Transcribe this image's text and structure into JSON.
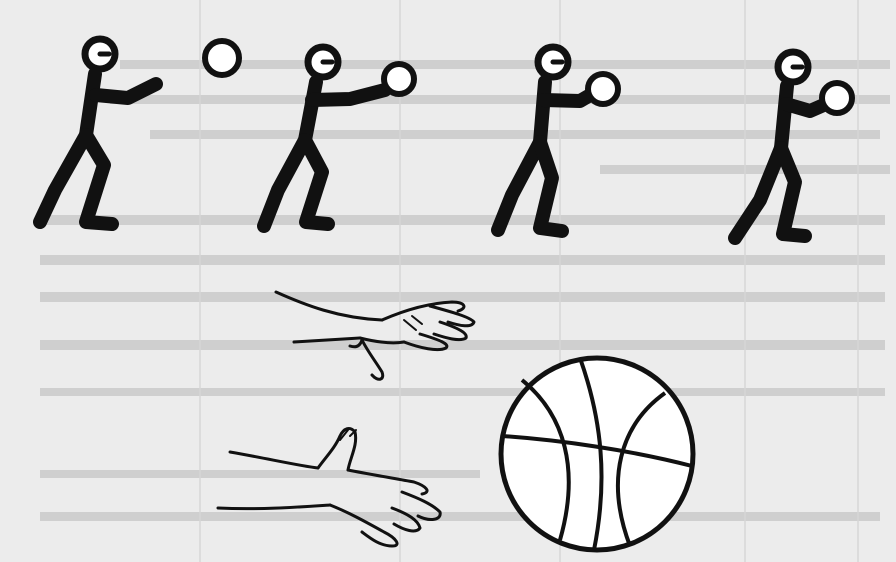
{
  "palette": {
    "paper": "#ececec",
    "ink": "#111111",
    "bleed_text": "#c9c9c9",
    "rule": "#d2d2d2"
  },
  "figures": [
    {
      "name": "catch-sequence-stage-1",
      "ball": "ball-icon"
    },
    {
      "name": "catch-sequence-stage-2",
      "ball": "ball-icon"
    },
    {
      "name": "catch-sequence-stage-3",
      "ball": "ball-icon"
    },
    {
      "name": "catch-sequence-stage-4",
      "ball": "ball-icon"
    }
  ],
  "icons": [
    "stick-figure-icon",
    "hand-icon",
    "basketball-icon"
  ]
}
